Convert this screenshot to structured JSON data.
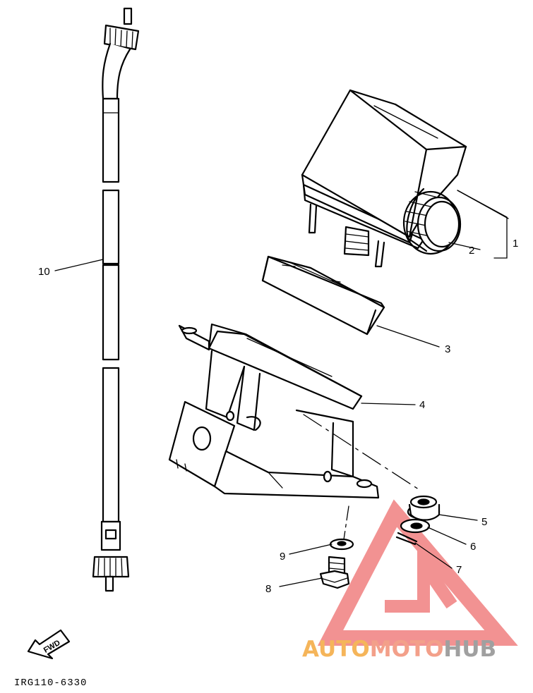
{
  "callouts": {
    "c1": "1",
    "c2": "2",
    "c3": "3",
    "c4": "4",
    "c5": "5",
    "c6": "6",
    "c7": "7",
    "c8": "8",
    "c9": "9",
    "c10": "10"
  },
  "fwd_label": "FWD",
  "drawing_code": "IRG110-6330",
  "watermark": {
    "part1": "AUTO",
    "part2": "MOTO",
    "part3": "HUB",
    "color_part1": "#f5b55a",
    "color_part2": "#f3a08a",
    "color_part3": "#a0a0a0",
    "triangle_color": "#f08080"
  }
}
